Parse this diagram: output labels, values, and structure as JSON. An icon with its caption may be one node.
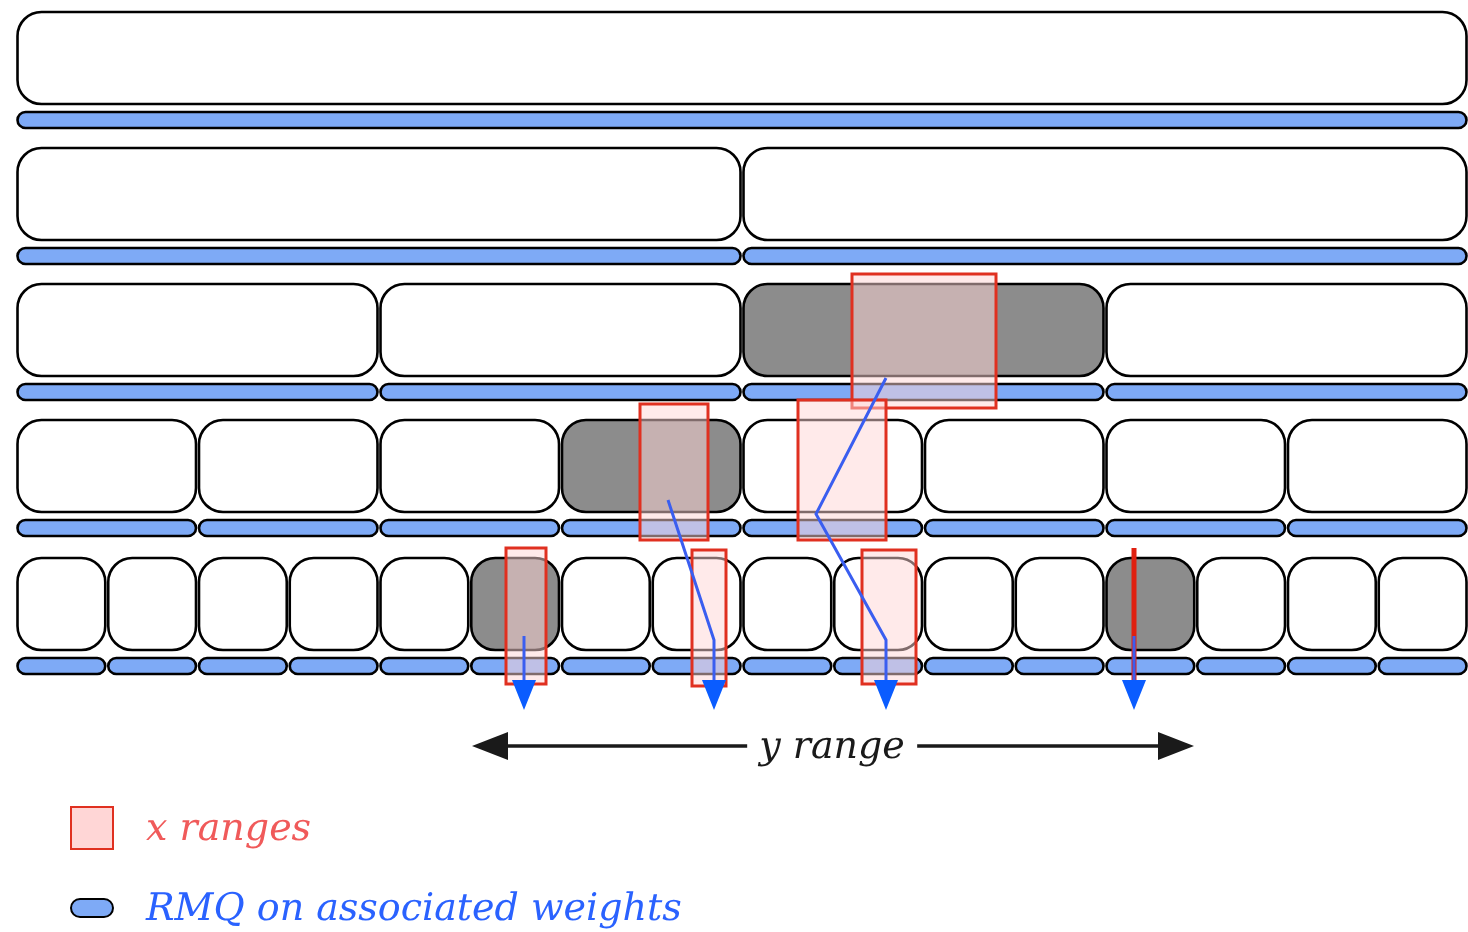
{
  "diagram": {
    "labels": [
      "y range"
    ],
    "legend": [
      {
        "text": "x ranges",
        "color": "#ffd6d6"
      },
      {
        "text": "RMQ on associated weights",
        "color": "#7eaaf6"
      }
    ]
  }
}
